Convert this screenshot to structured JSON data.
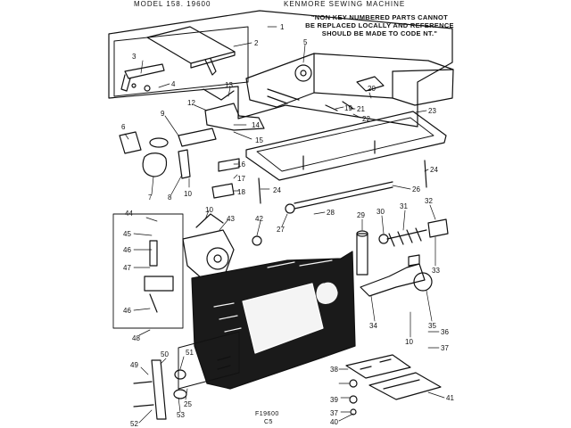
{
  "header": {
    "model": "MODEL 158. 19600",
    "title": "KENMORE SEWING MACHINE"
  },
  "note": [
    "\"NON KEY NUMBERED PARTS CANNOT",
    "BE REPLACED LOCALLY AND REFERENCE",
    "SHOULD BE MADE TO CODE NT.\""
  ],
  "footer": {
    "code": "F19600",
    "page": "C5"
  },
  "callouts": {
    "p1": "1",
    "p2": "2",
    "p3": "3",
    "p4": "4",
    "p5": "5",
    "p6": "6",
    "p7": "7",
    "p8": "8",
    "p9": "9",
    "p10a": "10",
    "p10b": "10",
    "p10c": "10",
    "p12": "12",
    "p13": "13",
    "p14": "14",
    "p15": "15",
    "p16": "16",
    "p17": "17",
    "p18": "18",
    "p19": "19",
    "p20": "20",
    "p21": "21",
    "p22": "22",
    "p23": "23",
    "p24a": "24",
    "p24b": "24",
    "p25": "25",
    "p26": "26",
    "p27": "27",
    "p28": "28",
    "p29": "29",
    "p30": "30",
    "p31": "31",
    "p32": "32",
    "p33": "33",
    "p34": "34",
    "p35": "35",
    "p36": "36",
    "p37a": "37",
    "p37b": "37",
    "p38": "38",
    "p39": "39",
    "p40": "40",
    "p41": "41",
    "p42": "42",
    "p43": "43",
    "p44": "44",
    "p45": "45",
    "p46a": "46",
    "p46b": "46",
    "p47": "47",
    "p48": "48",
    "p49": "49",
    "p50": "50",
    "p51": "51",
    "p52": "52",
    "p53": "53"
  }
}
